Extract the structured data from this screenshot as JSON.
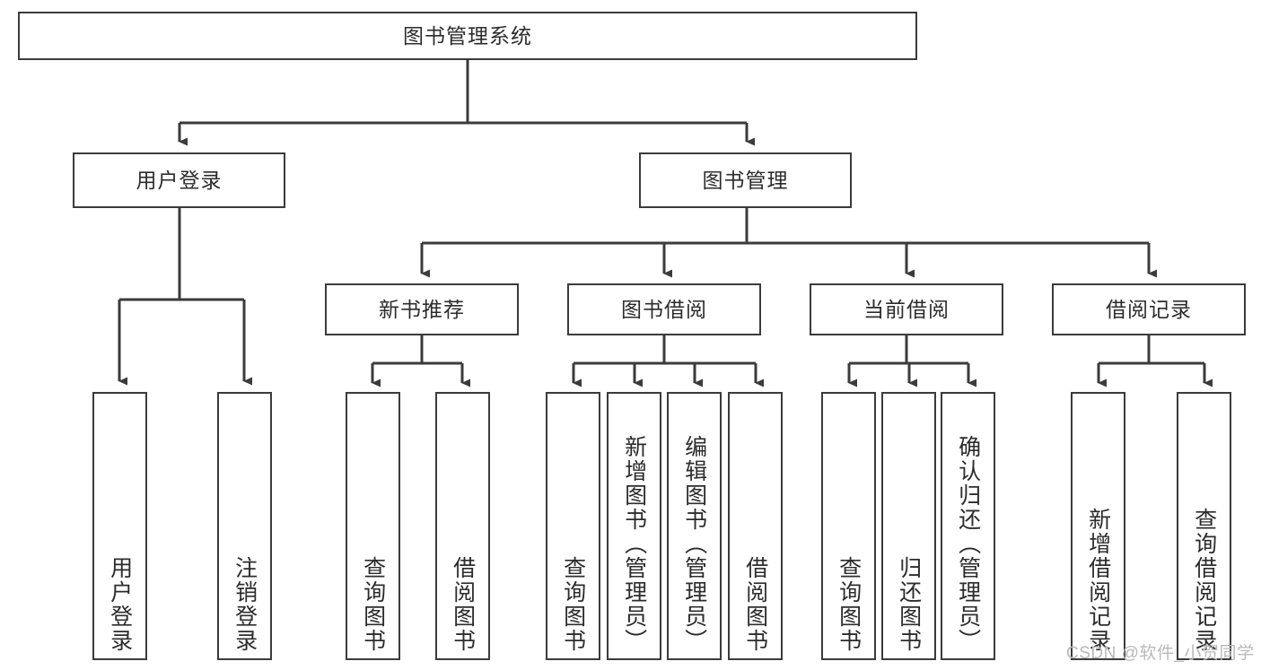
{
  "diagram": {
    "title": "图书管理系统",
    "type": "tree",
    "stroke_color": "#3b3b3b",
    "text_color": "#2c2c2c",
    "background_color": "#ffffff",
    "watermark": {
      "text": "CSDN @软件_小贺同学",
      "color": "#b9b9b9"
    },
    "nodes": {
      "root": {
        "label": "图书管理系统",
        "level": 0,
        "orientation": "horizontal"
      },
      "l1_user_login": {
        "label": "用户登录",
        "level": 1,
        "orientation": "horizontal"
      },
      "l1_book_manage": {
        "label": "图书管理",
        "level": 1,
        "orientation": "horizontal"
      },
      "l2_new_book_rec": {
        "label": "新书推荐",
        "level": 2,
        "orientation": "horizontal"
      },
      "l2_book_borrow": {
        "label": "图书借阅",
        "level": 2,
        "orientation": "horizontal"
      },
      "l2_current_borrow": {
        "label": "当前借阅",
        "level": 2,
        "orientation": "horizontal"
      },
      "l2_borrow_record": {
        "label": "借阅记录",
        "level": 2,
        "orientation": "horizontal"
      },
      "leaf_user_login": {
        "label": "用户登录",
        "level": 3,
        "orientation": "vertical"
      },
      "leaf_logout_login": {
        "label": "注销登录",
        "level": 3,
        "orientation": "vertical"
      },
      "leaf_query_book_a": {
        "label": "查询图书",
        "level": 3,
        "orientation": "vertical"
      },
      "leaf_borrow_book_a": {
        "label": "借阅图书",
        "level": 3,
        "orientation": "vertical"
      },
      "leaf_query_book_b": {
        "label": "查询图书",
        "level": 3,
        "orientation": "vertical"
      },
      "leaf_add_book_admin": {
        "label": "新增图书（管理员）",
        "level": 3,
        "orientation": "vertical"
      },
      "leaf_edit_book_admin": {
        "label": "编辑图书（管理员）",
        "level": 3,
        "orientation": "vertical"
      },
      "leaf_borrow_book_b": {
        "label": "借阅图书",
        "level": 3,
        "orientation": "vertical"
      },
      "leaf_query_book_c": {
        "label": "查询图书",
        "level": 3,
        "orientation": "vertical"
      },
      "leaf_return_book": {
        "label": "归还图书",
        "level": 3,
        "orientation": "vertical"
      },
      "leaf_confirm_return_admin": {
        "label": "确认归还（管理员）",
        "level": 3,
        "orientation": "vertical"
      },
      "leaf_add_borrow_record": {
        "label": "新增借阅记录",
        "level": 3,
        "orientation": "vertical"
      },
      "leaf_query_borrow_record": {
        "label": "查询借阅记录",
        "level": 3,
        "orientation": "vertical"
      }
    },
    "edges": [
      {
        "from": "root",
        "to": "l1_user_login"
      },
      {
        "from": "root",
        "to": "l1_book_manage"
      },
      {
        "from": "l1_user_login",
        "to": "leaf_user_login"
      },
      {
        "from": "l1_user_login",
        "to": "leaf_logout_login"
      },
      {
        "from": "l1_book_manage",
        "to": "l2_new_book_rec"
      },
      {
        "from": "l1_book_manage",
        "to": "l2_book_borrow"
      },
      {
        "from": "l1_book_manage",
        "to": "l2_current_borrow"
      },
      {
        "from": "l1_book_manage",
        "to": "l2_borrow_record"
      },
      {
        "from": "l2_new_book_rec",
        "to": "leaf_query_book_a"
      },
      {
        "from": "l2_new_book_rec",
        "to": "leaf_borrow_book_a"
      },
      {
        "from": "l2_book_borrow",
        "to": "leaf_query_book_b"
      },
      {
        "from": "l2_book_borrow",
        "to": "leaf_add_book_admin"
      },
      {
        "from": "l2_book_borrow",
        "to": "leaf_edit_book_admin"
      },
      {
        "from": "l2_book_borrow",
        "to": "leaf_borrow_book_b"
      },
      {
        "from": "l2_current_borrow",
        "to": "leaf_query_book_c"
      },
      {
        "from": "l2_current_borrow",
        "to": "leaf_return_book"
      },
      {
        "from": "l2_current_borrow",
        "to": "leaf_confirm_return_admin"
      },
      {
        "from": "l2_borrow_record",
        "to": "leaf_add_borrow_record"
      },
      {
        "from": "l2_borrow_record",
        "to": "leaf_query_borrow_record"
      }
    ]
  }
}
